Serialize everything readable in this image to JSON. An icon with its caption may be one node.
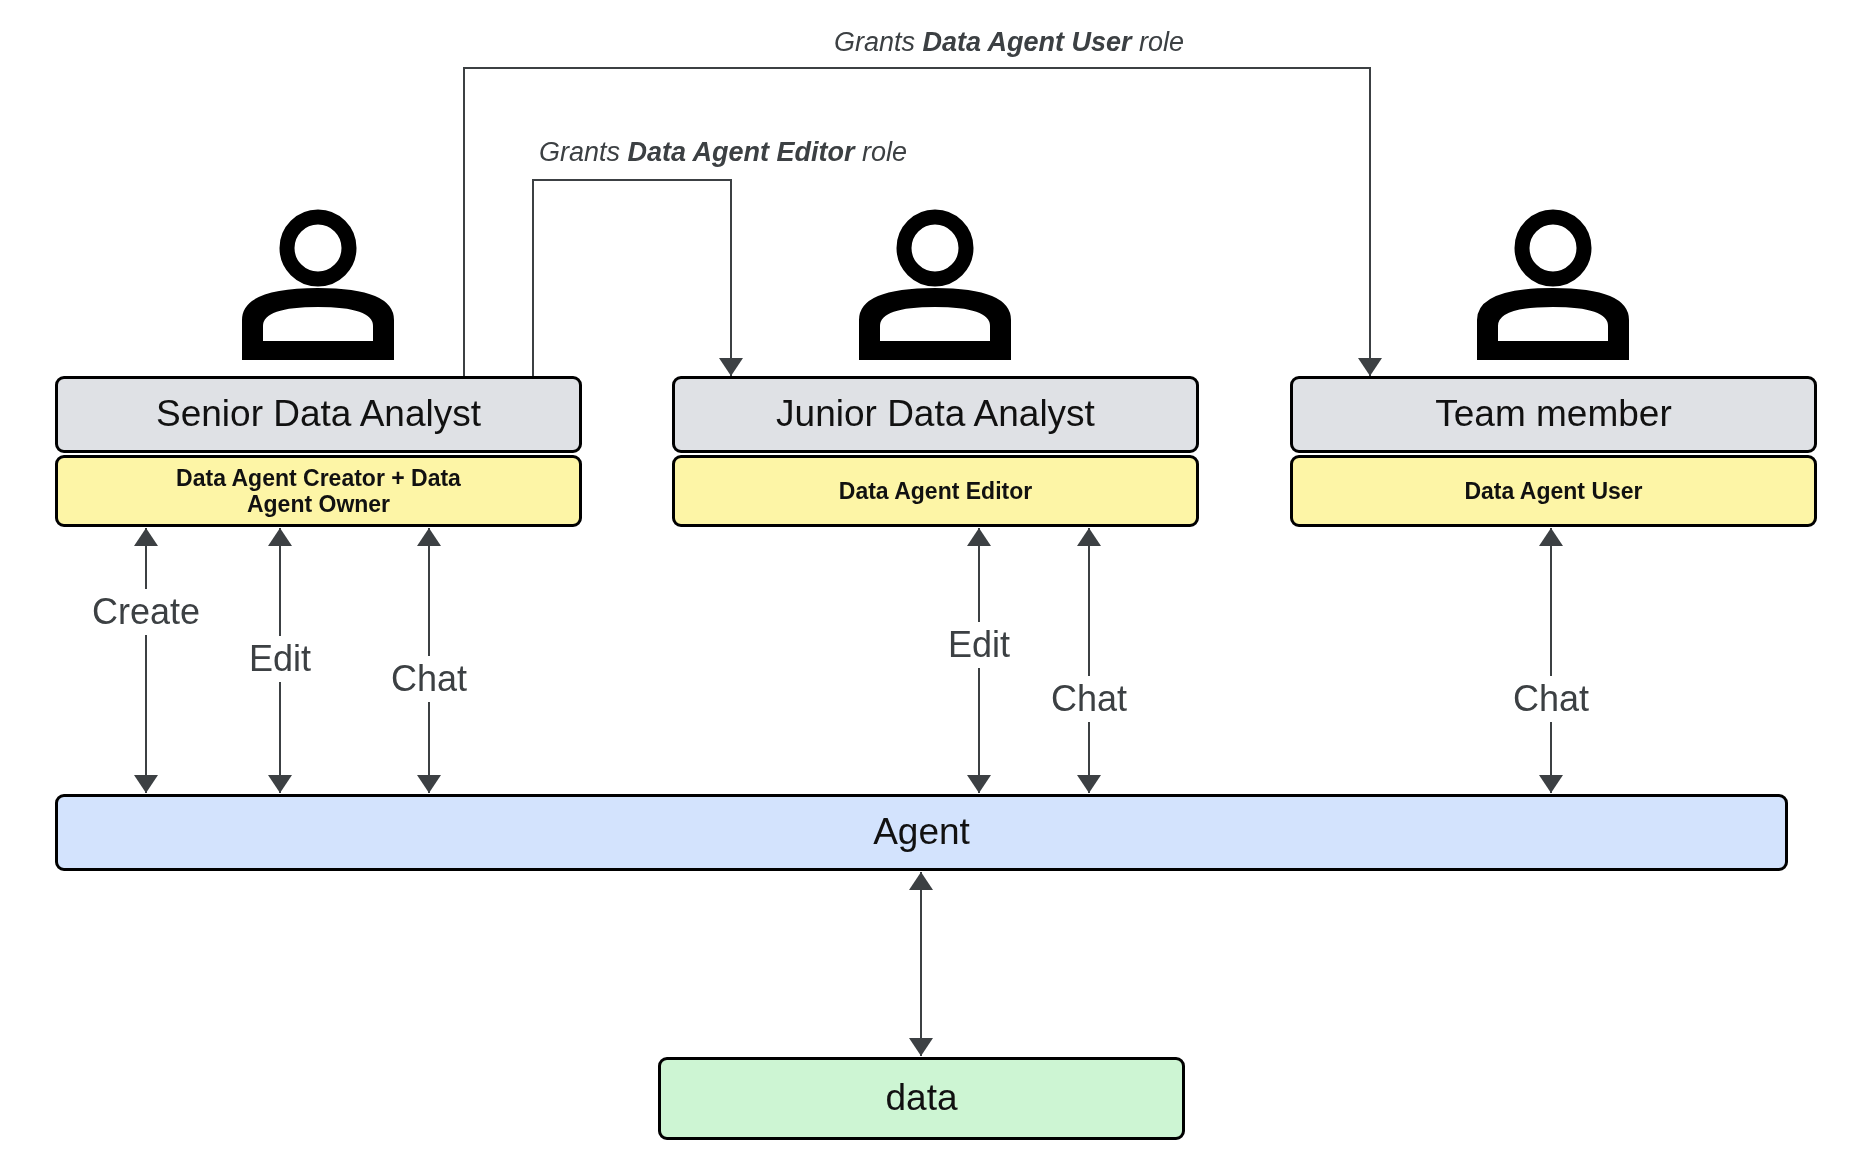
{
  "diagram": {
    "nodes": [
      {
        "text": [
          "Senior Data Analyst"
        ]
      },
      {
        "text": [
          "Data Agent Creator + Data Agent Owner"
        ]
      },
      {
        "text": [
          "Junior Data Analyst"
        ]
      },
      {
        "text": [
          "Data Agent Editor"
        ]
      },
      {
        "text": [
          "Team member"
        ]
      },
      {
        "text": [
          "Data Agent User"
        ]
      },
      {
        "text": [
          "Agent"
        ]
      },
      {
        "text": [
          "data"
        ]
      }
    ],
    "edges": [
      {
        "from": 0,
        "to": 4,
        "arrow": "to",
        "label": "Grants **Data Agent User** role"
      },
      {
        "from": 0,
        "to": 2,
        "arrow": "to",
        "label": "Grants **Data Agent Editor** role"
      },
      {
        "from": 1,
        "to": 6,
        "arrow": "both",
        "label": "Create"
      },
      {
        "from": 1,
        "to": 6,
        "arrow": "both",
        "label": "Edit"
      },
      {
        "from": 1,
        "to": 6,
        "arrow": "both",
        "label": "Chat"
      },
      {
        "from": 3,
        "to": 6,
        "arrow": "both",
        "label": "Edit"
      },
      {
        "from": 3,
        "to": 6,
        "arrow": "both",
        "label": "Chat"
      },
      {
        "from": 5,
        "to": 6,
        "arrow": "both",
        "label": "Chat"
      },
      {
        "from": 6,
        "to": 7,
        "arrow": "both"
      }
    ]
  }
}
